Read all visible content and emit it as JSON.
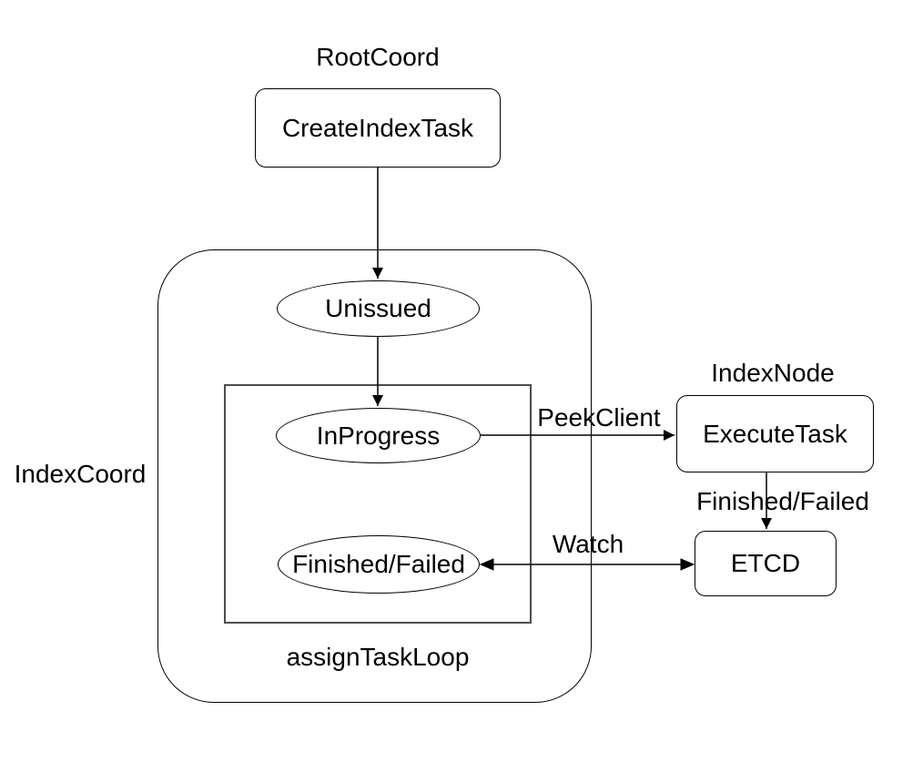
{
  "diagram": {
    "groups": {
      "root_coord_label": "RootCoord",
      "index_coord_label": "IndexCoord",
      "index_node_label": "IndexNode",
      "assign_task_loop_label": "assignTaskLoop"
    },
    "nodes": {
      "create_index_task": "CreateIndexTask",
      "unissued": "Unissued",
      "in_progress": "InProgress",
      "finished_failed": "Finished/Failed",
      "execute_task": "ExecuteTask",
      "etcd": "ETCD"
    },
    "edge_labels": {
      "peek_client": "PeekClient",
      "finished_failed": "Finished/Failed",
      "watch": "Watch"
    },
    "colors": {
      "stroke": "#000000",
      "inner_loop_stroke": "#4d4d4d",
      "text": "#000000",
      "background": "#ffffff"
    }
  }
}
